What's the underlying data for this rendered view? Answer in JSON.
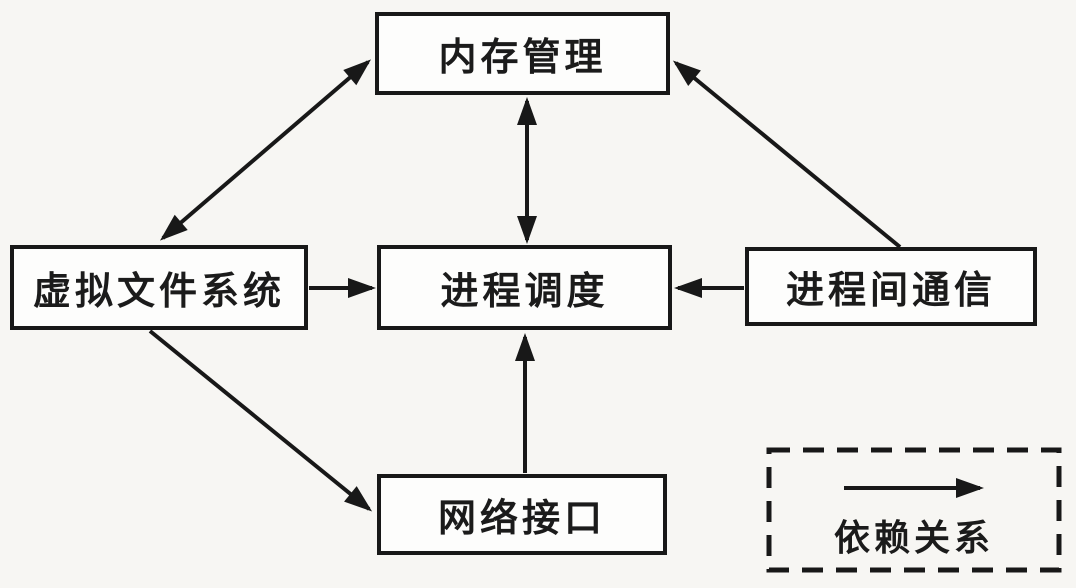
{
  "diagram": {
    "nodes": {
      "memory": {
        "label": "内存管理"
      },
      "vfs": {
        "label": "虚拟文件系统"
      },
      "sched": {
        "label": "进程调度"
      },
      "ipc": {
        "label": "进程间通信"
      },
      "net": {
        "label": "网络接口"
      }
    },
    "edges": [
      {
        "from": "vfs",
        "to": "memory",
        "bidirectional": true
      },
      {
        "from": "memory",
        "to": "sched",
        "bidirectional": true
      },
      {
        "from": "ipc",
        "to": "memory",
        "bidirectional": false
      },
      {
        "from": "vfs",
        "to": "sched",
        "bidirectional": false
      },
      {
        "from": "ipc",
        "to": "sched",
        "bidirectional": false
      },
      {
        "from": "net",
        "to": "sched",
        "bidirectional": false
      },
      {
        "from": "vfs",
        "to": "net",
        "bidirectional": false
      }
    ],
    "legend": {
      "label": "依赖关系"
    }
  },
  "colors": {
    "background": "#f7f6f3",
    "box_fill": "#fdfdfc",
    "line": "#181818",
    "text": "#1b1b1b"
  }
}
